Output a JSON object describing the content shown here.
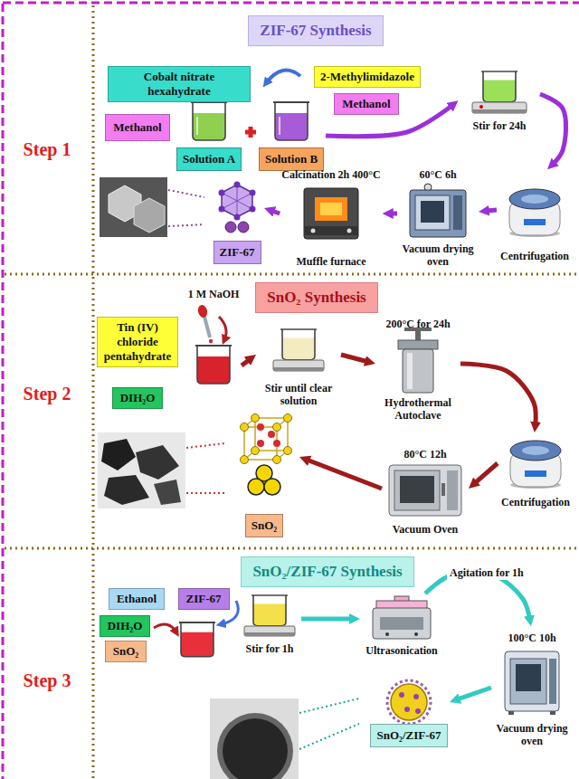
{
  "diagram": {
    "nodes": [
      {
        "text": [
          "Step 1"
        ]
      },
      {
        "text": [
          "ZIF-67 Synthesis"
        ],
        "in": 0
      },
      {
        "text": [
          "Cobalt nitrate hexahydrate"
        ],
        "in": 0
      },
      {
        "text": [
          "Methanol"
        ],
        "in": 0
      },
      {
        "text": [
          "2-Methylimidazole"
        ],
        "in": 0
      },
      {
        "text": [
          "Methanol"
        ],
        "in": 0
      },
      {
        "text": [
          "Solution A"
        ],
        "in": 0
      },
      {
        "text": [
          "Solution B"
        ],
        "in": 0
      },
      {
        "text": [
          "Stir for 24h"
        ],
        "in": 0
      },
      {
        "text": [
          "Centrifugation"
        ],
        "in": 0
      },
      {
        "text": [
          "60°C 6h",
          "Vacuum drying oven"
        ],
        "in": 0
      },
      {
        "text": [
          "Calcination 2h 400°C",
          "Muffle furnace"
        ],
        "in": 0
      },
      {
        "text": [
          "ZIF-67"
        ],
        "in": 0
      },
      {
        "text": [
          "Step 2"
        ]
      },
      {
        "text": [
          "SnO₂ Synthesis"
        ],
        "in": 13
      },
      {
        "text": [
          "Tin (IV) chloride pentahydrate"
        ],
        "in": 13
      },
      {
        "text": [
          "DIH₂O"
        ],
        "in": 13
      },
      {
        "text": [
          "1 M NaOH"
        ],
        "in": 13
      },
      {
        "text": [
          "Stir until clear solution"
        ],
        "in": 13
      },
      {
        "text": [
          "200°C for 24h",
          "Hydrothermal Autoclave"
        ],
        "in": 13
      },
      {
        "text": [
          "Centrifugation"
        ],
        "in": 13
      },
      {
        "text": [
          "80°C 12h",
          "Vacuum Oven"
        ],
        "in": 13
      },
      {
        "text": [
          "SnO₂"
        ],
        "in": 13
      },
      {
        "text": [
          "Step 3"
        ]
      },
      {
        "text": [
          "SnO₂/ZIF-67 Synthesis"
        ],
        "in": 23
      },
      {
        "text": [
          "Ethanol"
        ],
        "in": 23
      },
      {
        "text": [
          "ZIF-67"
        ],
        "in": 23
      },
      {
        "text": [
          "DIH₂O"
        ],
        "in": 23
      },
      {
        "text": [
          "SnO₂"
        ],
        "in": 23
      },
      {
        "text": [
          "Stir for 1h"
        ],
        "in": 23
      },
      {
        "text": [
          "Ultrasonication"
        ],
        "in": 23
      },
      {
        "text": [
          "100°C 10h",
          "Vacuum drying oven"
        ],
        "in": 23
      },
      {
        "text": [
          "SnO₂/ZIF-67"
        ],
        "in": 23
      }
    ],
    "edges": [
      {
        "from": 7,
        "to": 8,
        "arrow": "to"
      },
      {
        "from": 8,
        "to": 9,
        "arrow": "to"
      },
      {
        "from": 9,
        "to": 10,
        "arrow": "to"
      },
      {
        "from": 10,
        "to": 11,
        "arrow": "to"
      },
      {
        "from": 11,
        "to": 12,
        "arrow": "to"
      },
      {
        "from": 17,
        "to": 18,
        "arrow": "to"
      },
      {
        "from": 18,
        "to": 19,
        "arrow": "to"
      },
      {
        "from": 19,
        "to": 20,
        "arrow": "to"
      },
      {
        "from": 20,
        "to": 21,
        "arrow": "to"
      },
      {
        "from": 21,
        "to": 22,
        "arrow": "to"
      },
      {
        "from": 29,
        "to": 30,
        "arrow": "to"
      },
      {
        "from": 30,
        "to": 31,
        "label": "Agitation for 1h",
        "arrow": "to"
      },
      {
        "from": 31,
        "to": 32,
        "arrow": "to"
      }
    ]
  }
}
